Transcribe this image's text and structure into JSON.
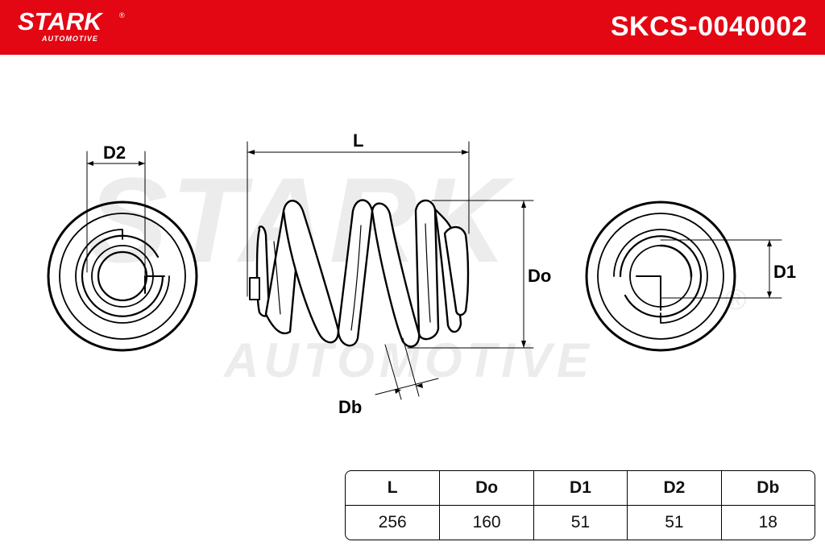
{
  "header": {
    "brand": "STARK",
    "brand_mark": "®",
    "brand_sub": "AUTOMOTIVE",
    "part_number": "SKCS-0040002",
    "color": "#e30613"
  },
  "watermark": {
    "brand": "STARK",
    "sub": "AUTOMOTIVE",
    "mark": "®"
  },
  "dimensions": {
    "L": "L",
    "Do": "Do",
    "D1": "D1",
    "D2": "D2",
    "Db": "Db"
  },
  "table": {
    "headers": [
      "L",
      "Do",
      "D1",
      "D2",
      "Db"
    ],
    "values": [
      "256",
      "160",
      "51",
      "51",
      "18"
    ]
  }
}
